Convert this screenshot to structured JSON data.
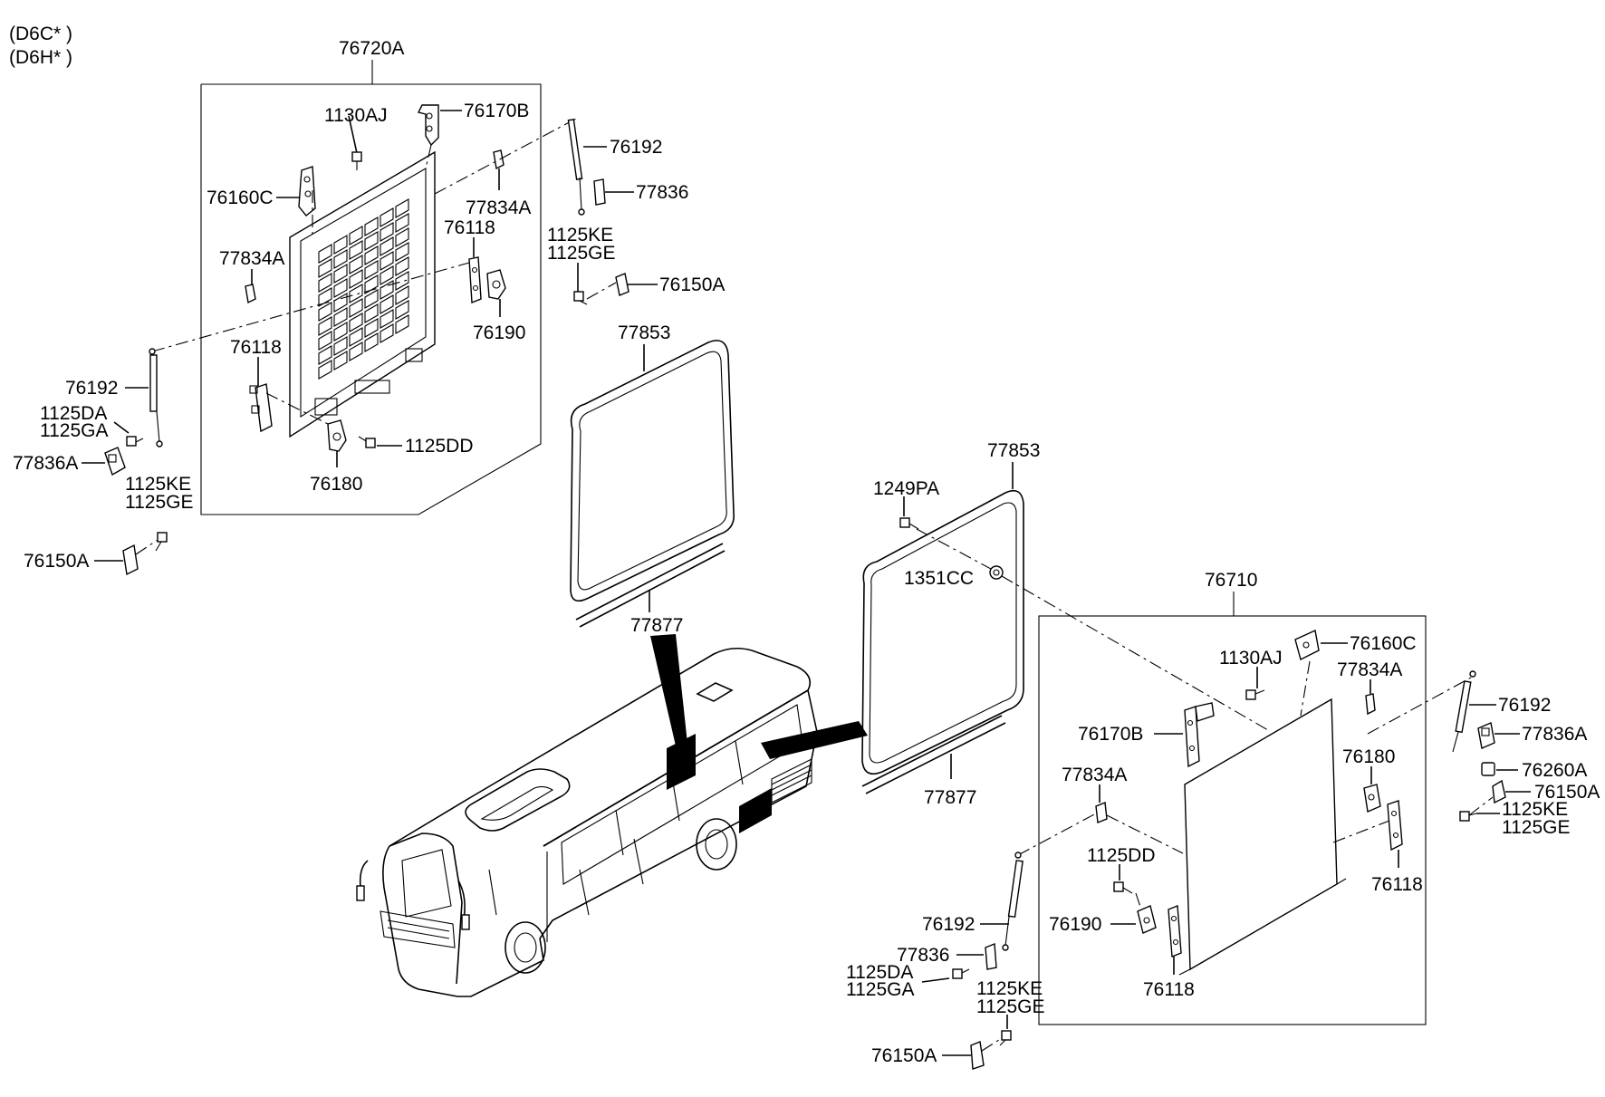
{
  "header": {
    "variant_line_1": "(D6C* )",
    "variant_line_2": "(D6H* )"
  },
  "assemblies": {
    "left": {
      "title": "76720A",
      "labels": {
        "bolt_1130aj": "1130AJ",
        "hinge_76170b": "76170B",
        "hinge_76160c": "76160C",
        "rubber_77834a_top": "77834A",
        "rubber_77834a_left": "77834A",
        "hinge_76118_top": "76118",
        "hinge_76118_bottom": "76118",
        "latch_76190": "76190",
        "latch_76180": "76180",
        "bolt_1125dd": "1125DD"
      }
    },
    "right": {
      "title": "76710",
      "labels": {
        "bolt_1130aj": "1130AJ",
        "hinge_76160c": "76160C",
        "rubber_77834a_top": "77834A",
        "hinge_76170b": "76170B",
        "rubber_77834a_left": "77834A",
        "latch_76180": "76180",
        "bolt_1125dd": "1125DD",
        "latch_76190": "76190",
        "hinge_76118_right": "76118",
        "hinge_76118_bottom": "76118"
      }
    }
  },
  "outside_labels": {
    "strut_left_top": "76192",
    "bracket_left_top": "77836",
    "bolt_ke_left_top": "1125KE",
    "bolt_ge_left_top": "1125GE",
    "stopper_left_top": "76150A",
    "strut_left": "76192",
    "bolt_da_left": "1125DA",
    "bolt_ga_left": "1125GA",
    "bracket_left": "77836A",
    "bolt_ke_left": "1125KE",
    "bolt_ge_left": "1125GE",
    "stopper_left": "76150A",
    "seal_left": "77853",
    "strip_left": "77877",
    "seal_right": "77853",
    "screw_1249pa": "1249PA",
    "nut_1351cc": "1351CC",
    "strip_right": "77877",
    "strut_right": "76192",
    "bracket_right": "77836A",
    "cap_76260a": "76260A",
    "stopper_right": "76150A",
    "bolt_ke_right": "1125KE",
    "bolt_ge_right": "1125GE",
    "strut_bottom": "76192",
    "bracket_bottom": "77836",
    "bolt_da_bottom": "1125DA",
    "bolt_ga_bottom": "1125GA",
    "bolt_ke_bottom": "1125KE",
    "bolt_ge_bottom": "1125GE",
    "stopper_bottom": "76150A"
  }
}
